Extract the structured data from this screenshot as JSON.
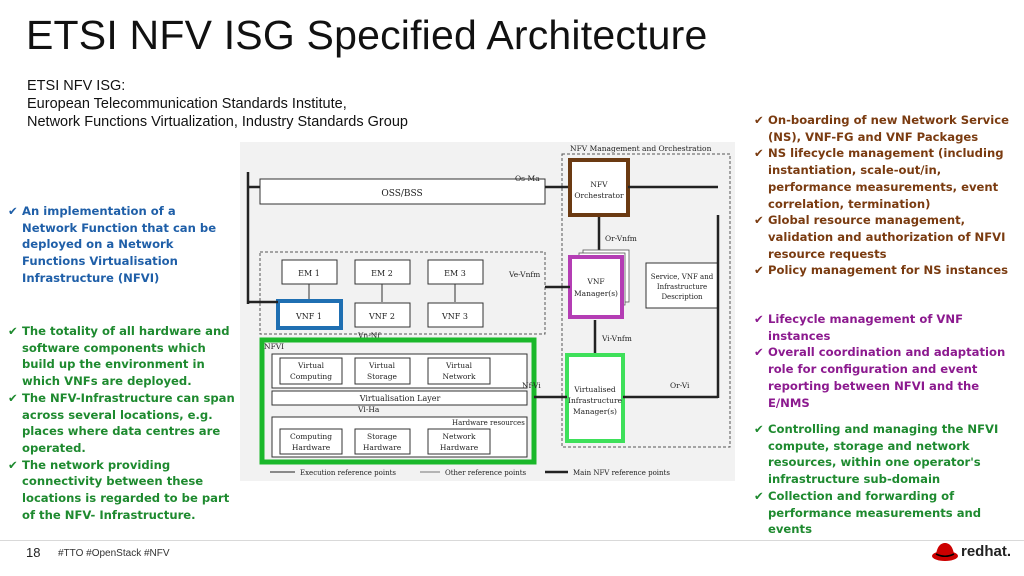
{
  "title": "ETSI NFV ISG Specified Architecture",
  "subtitle": {
    "line1": "ETSI NFV ISG:",
    "line2": "European Telecommunication Standards Institute,",
    "line3": "Network Functions Virtualization, Industry Standards Group"
  },
  "left_blue": [
    "An implementation of a Network Function that can be deployed on a Network Functions Virtualisation Infrastructure (NFVI)"
  ],
  "left_green": [
    "The totality of all hardware and software components which build up the environment in which VNFs are deployed.",
    "The NFV-Infrastructure can span across several locations, e.g. places where data centres are operated.",
    "The network providing connectivity between these locations is regarded to be part of the NFV- Infrastructure."
  ],
  "right_brown": [
    "On-boarding of new Network Service (NS), VNF-FG and VNF Packages",
    "NS lifecycle management (including instantiation, scale-out/in, performance measurements, event correlation, termination)",
    "Global resource management, validation and authorization of NFVI resource requests",
    "Policy management for NS instances"
  ],
  "right_purple": [
    "Lifecycle management of VNF instances",
    "Overall coordination and adaptation role for configuration and event reporting between NFVI and the E/NMS"
  ],
  "right_green": [
    "Controlling and managing the NFVI compute, storage and network resources, within one operator's infrastructure sub-domain",
    "Collection and forwarding of performance measurements and events"
  ],
  "check": "✔",
  "diagram": {
    "nfv_mano": "NFV Management and Orchestration",
    "oss_bss": "OSS/BSS",
    "os_ma": "Os-Ma",
    "nfv_orchestrator_1": "NFV",
    "nfv_orchestrator_2": "Orchestrator",
    "or_vnfm": "Or-Vnfm",
    "ve_vnfm": "Ve-Vnfm",
    "em1": "EM 1",
    "em2": "EM 2",
    "em3": "EM 3",
    "vnf1": "VNF 1",
    "vnf2": "VNF 2",
    "vnf3": "VNF 3",
    "vn_nf": "Vn-Nf",
    "vnf_manager_1": "VNF",
    "vnf_manager_2": "Manager(s)",
    "service_desc_1": "Service, VNF and",
    "service_desc_2": "Infrastructure",
    "service_desc_3": "Description",
    "vi_vnfm": "Vi-Vnfm",
    "nfvi": "NFVI",
    "virtual_computing_1": "Virtual",
    "virtual_computing_2": "Computing",
    "virtual_storage_1": "Virtual",
    "virtual_storage_2": "Storage",
    "virtual_network_1": "Virtual",
    "virtual_network_2": "Network",
    "virtualisation_layer": "Virtualisation Layer",
    "vi_ha": "Vl-Ha",
    "hardware_resources": "Hardware resources",
    "computing_hw_1": "Computing",
    "computing_hw_2": "Hardware",
    "storage_hw_1": "Storage",
    "storage_hw_2": "Hardware",
    "network_hw_1": "Network",
    "network_hw_2": "Hardware",
    "nf_vi": "Nf-Vi",
    "or_vi": "Or-Vi",
    "vim_1": "Virtualised",
    "vim_2": "Infrastructure",
    "vim_3": "Manager(s)",
    "legend_exec": "Execution reference points",
    "legend_other": "Other reference points",
    "legend_main": "Main NFV reference points"
  },
  "colors": {
    "orchestrator": "#6b3a12",
    "vnf_manager": "#b43db4",
    "vim": "#3ee05a",
    "nfvi": "#1ab82a",
    "vnf": "#1f6fb2"
  },
  "footer": {
    "page": "18",
    "hashtags": "#TTO #OpenStack #NFV",
    "logo_text": "redhat."
  }
}
